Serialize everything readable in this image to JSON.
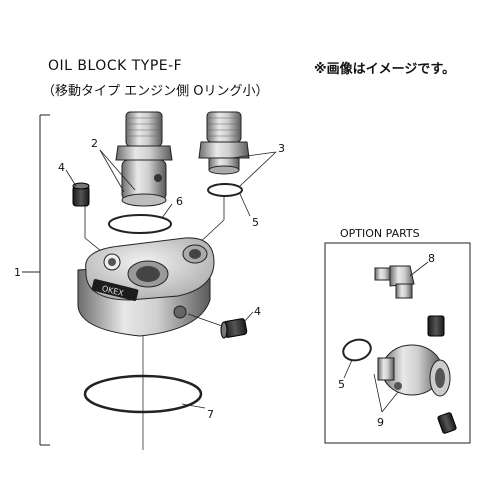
{
  "header": {
    "title": "OIL BLOCK TYPE-F",
    "subtitle": "（移動タイプ エンジン側 Oリング小）",
    "note": "※画像はイメージです。"
  },
  "option_box": {
    "title": "OPTION PARTS"
  },
  "callouts": {
    "n1": "1",
    "n2": "2",
    "n3": "3",
    "n4a": "4",
    "n4b": "4",
    "n5a": "5",
    "n5b": "5",
    "n6": "6",
    "n7": "7",
    "n8": "8",
    "n9": "9"
  },
  "logo_text": "OKEX"
}
